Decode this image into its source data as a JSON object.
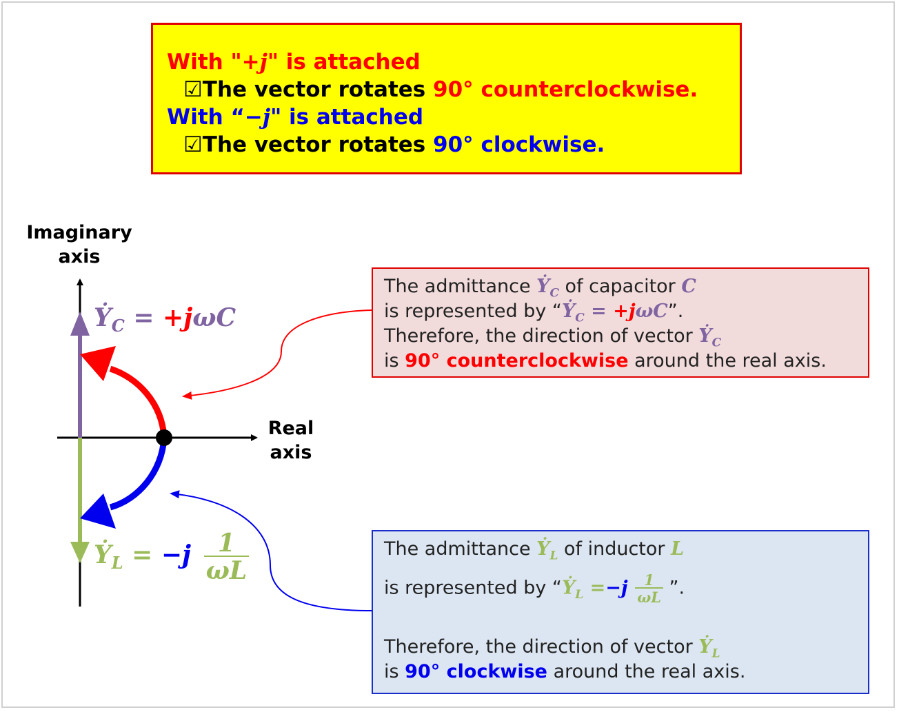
{
  "summary": {
    "line1_a": "With \"+",
    "line1_j": "j",
    "line1_b": "\" is attached",
    "line2_mark": "☑",
    "line2_a": "The vector rotates ",
    "line2_b": "90° counterclockwise.",
    "line3_a": "With “−",
    "line3_j": "j",
    "line3_b": "\" is attached",
    "line4_mark": "☑",
    "line4_a": "The vector rotates ",
    "line4_b": "90° clockwise."
  },
  "axes": {
    "imaginary_line1": "Imaginary",
    "imaginary_line2": "axis",
    "real_line1": "Real",
    "real_line2": "axis"
  },
  "yc_label": {
    "Y": "Ẏ",
    "sub": "C",
    "eq": " = ",
    "sign": "+",
    "j": "j",
    "rest": "ωC"
  },
  "yl_label": {
    "Y": "Ẏ",
    "sub": "L",
    "eq": " = ",
    "sign": "−",
    "j": "j",
    "num": "1",
    "den": "ωL"
  },
  "capacitor_note": {
    "r1_a": "The admittance ",
    "r1_Y": "Ẏ",
    "r1_sub": "C",
    "r1_b": " of capacitor ",
    "r1_C": "C",
    "r2_a": "is represented by “",
    "r2_Y": "Ẏ",
    "r2_sub": "C",
    "r2_eq": " = ",
    "r2_plus": "+",
    "r2_j": "j",
    "r2_wc": "ωC",
    "r2_b": "”.",
    "r3_a": "Therefore, the direction of vector ",
    "r3_Y": "Ẏ",
    "r3_sub": "C",
    "r4_a": "is ",
    "r4_b": "90° counterclockwise",
    "r4_c": "  around the real axis."
  },
  "inductor_note": {
    "r1_a": "The admittance ",
    "r1_Y": "Ẏ",
    "r1_sub": "L",
    "r1_b": " of inductor ",
    "r1_L": "L",
    "r2_a": "is represented by “",
    "r2_Y": "Ẏ",
    "r2_sub": "L",
    "r2_eq": " =",
    "r2_minus": "−",
    "r2_j": "j",
    "r2_num": "1",
    "r2_den": "ωL",
    "r2_b": " ”.",
    "r3_a": "Therefore, the direction of vector ",
    "r3_Y": "Ẏ",
    "r3_sub": "L",
    "r4_a": "is ",
    "r4_b": "90° clockwise",
    "r4_c": "  around the real axis."
  },
  "colors": {
    "red": "#ff0000",
    "blue": "#0000ee",
    "purple": "#8064a2",
    "green": "#9bbb59",
    "yellow_box": "#ffff00",
    "pink_box": "#f2dcdb",
    "blue_box": "#dce6f2"
  }
}
